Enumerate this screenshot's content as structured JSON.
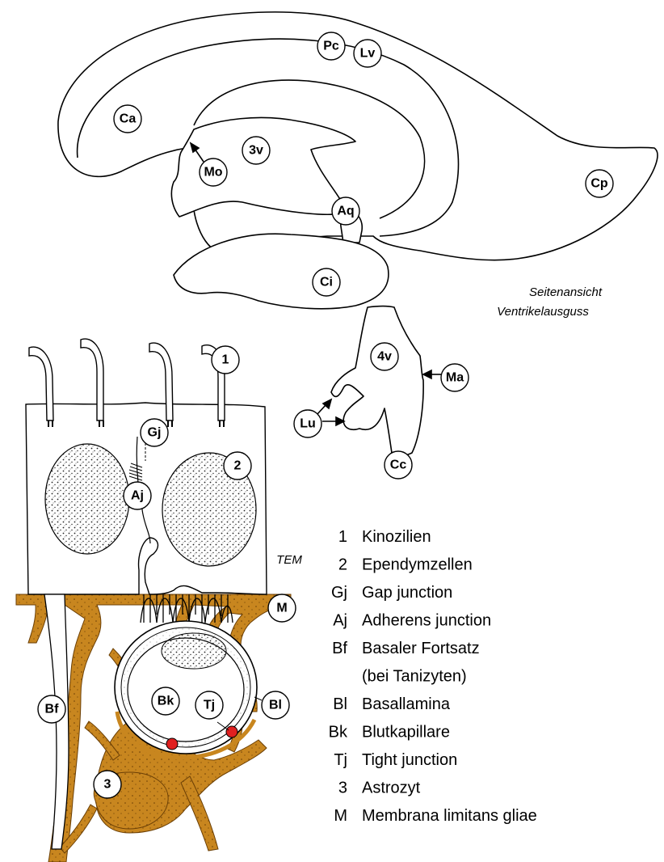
{
  "ventricle_view": {
    "caption_line1": "Seitenansicht",
    "caption_line2": "Ventrikelausguss",
    "labels": {
      "Pc": "Pc",
      "Lv": "Lv",
      "Ca": "Ca",
      "3v": "3v",
      "Mo": "Mo",
      "Cp": "Cp",
      "Aq": "Aq",
      "Ci": "Ci",
      "4v": "4v",
      "Ma": "Ma",
      "Lu": "Lu",
      "Cc": "Cc"
    }
  },
  "tissue_view": {
    "tem_label": "TEM",
    "labels": {
      "k1": "1",
      "gj": "Gj",
      "k2": "2",
      "aj": "Aj",
      "m": "M",
      "bk": "Bk",
      "tj": "Tj",
      "bl": "Bl",
      "bf": "Bf",
      "k3": "3"
    }
  },
  "legend": [
    {
      "key": "1",
      "text": "Kinozilien"
    },
    {
      "key": "2",
      "text": "Ependymzellen"
    },
    {
      "key": "Gj",
      "text": "Gap junction"
    },
    {
      "key": "Aj",
      "text": "Adherens junction"
    },
    {
      "key": "Bf",
      "text": "Basaler Fortsatz"
    },
    {
      "key": "",
      "text": "(bei Tanizyten)"
    },
    {
      "key": "Bl",
      "text": "Basallamina"
    },
    {
      "key": "Bk",
      "text": "Blutkapillare"
    },
    {
      "key": "Tj",
      "text": "Tight junction"
    },
    {
      "key": "3",
      "text": "Astrozyt"
    },
    {
      "key": "M",
      "text": "Membrana limitans gliae"
    }
  ],
  "colors": {
    "astrocyte": "#c8861f",
    "astrocyte_dark": "#7a4a08",
    "tight_junction": "#e02020",
    "outline": "#000000"
  }
}
